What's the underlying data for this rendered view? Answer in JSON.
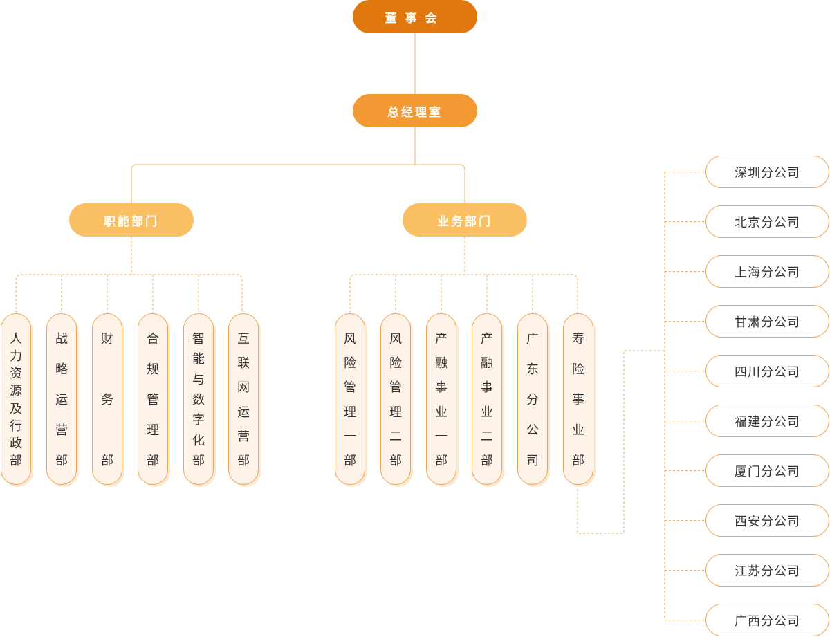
{
  "board": "董事会",
  "general_office": "总经理室",
  "functional": {
    "label": "职能部门",
    "departments": [
      "人力资源及行政部",
      "战略运营部",
      "财务部",
      "合规管理部",
      "智能与数字化部",
      "互联网运营部"
    ]
  },
  "business": {
    "label": "业务部门",
    "departments": [
      "风险管理一部",
      "风险管理二部",
      "产融事业一部",
      "产融事业二部",
      "广东分公司",
      "寿险事业部"
    ]
  },
  "branches": [
    "深圳分公司",
    "北京分公司",
    "上海分公司",
    "甘肃分公司",
    "四川分公司",
    "福建分公司",
    "厦门分公司",
    "西安分公司",
    "江苏分公司",
    "广西分公司"
  ],
  "colors": {
    "board": "#e0780f",
    "general_office": "#f49a35",
    "department_header": "#fbbf63",
    "border": "#f1a64b",
    "box_fill": "#fdf3e8",
    "solid_line": "#f3b66a",
    "dashed_line": "#f0ad55"
  }
}
